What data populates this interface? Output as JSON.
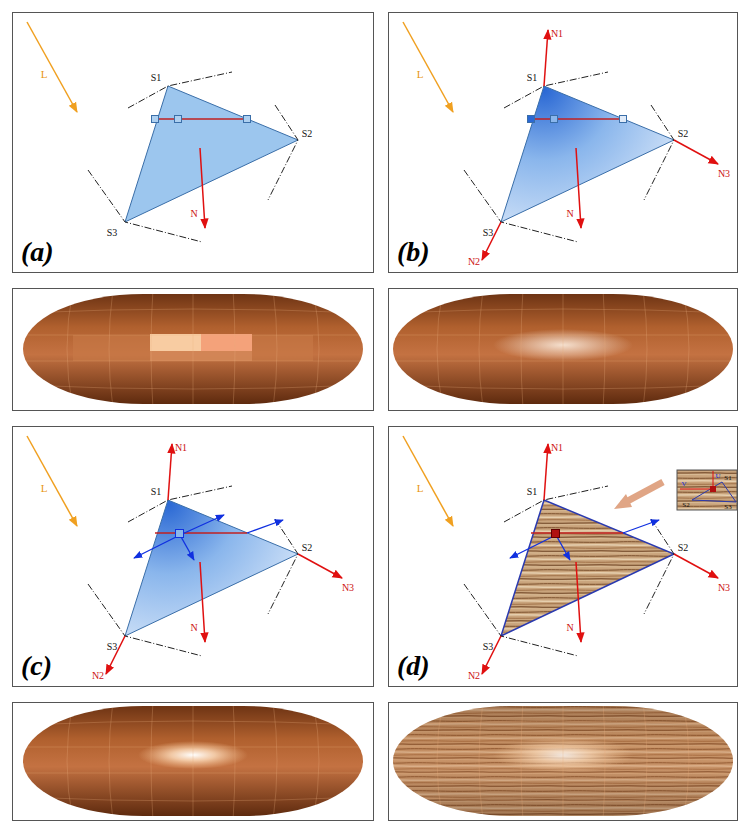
{
  "diagram": {
    "nodes": [
      {
        "text": [
          "(a)"
        ]
      },
      {
        "text": [
          "(b)"
        ]
      },
      {
        "text": [
          "(c)"
        ]
      },
      {
        "text": [
          "(d)"
        ]
      }
    ],
    "labels": [
      "L",
      "S1",
      "S2",
      "S3",
      "N",
      "L",
      "N1",
      "S1",
      "S2",
      "N3",
      "S3",
      "N2",
      "N",
      "L",
      "N1",
      "S1",
      "S2",
      "N3",
      "S3",
      "N2",
      "N",
      "L",
      "N1",
      "S1",
      "S2",
      "N3",
      "S3",
      "N2",
      "N",
      "U",
      "S1",
      "V",
      "S2",
      "S3"
    ]
  }
}
